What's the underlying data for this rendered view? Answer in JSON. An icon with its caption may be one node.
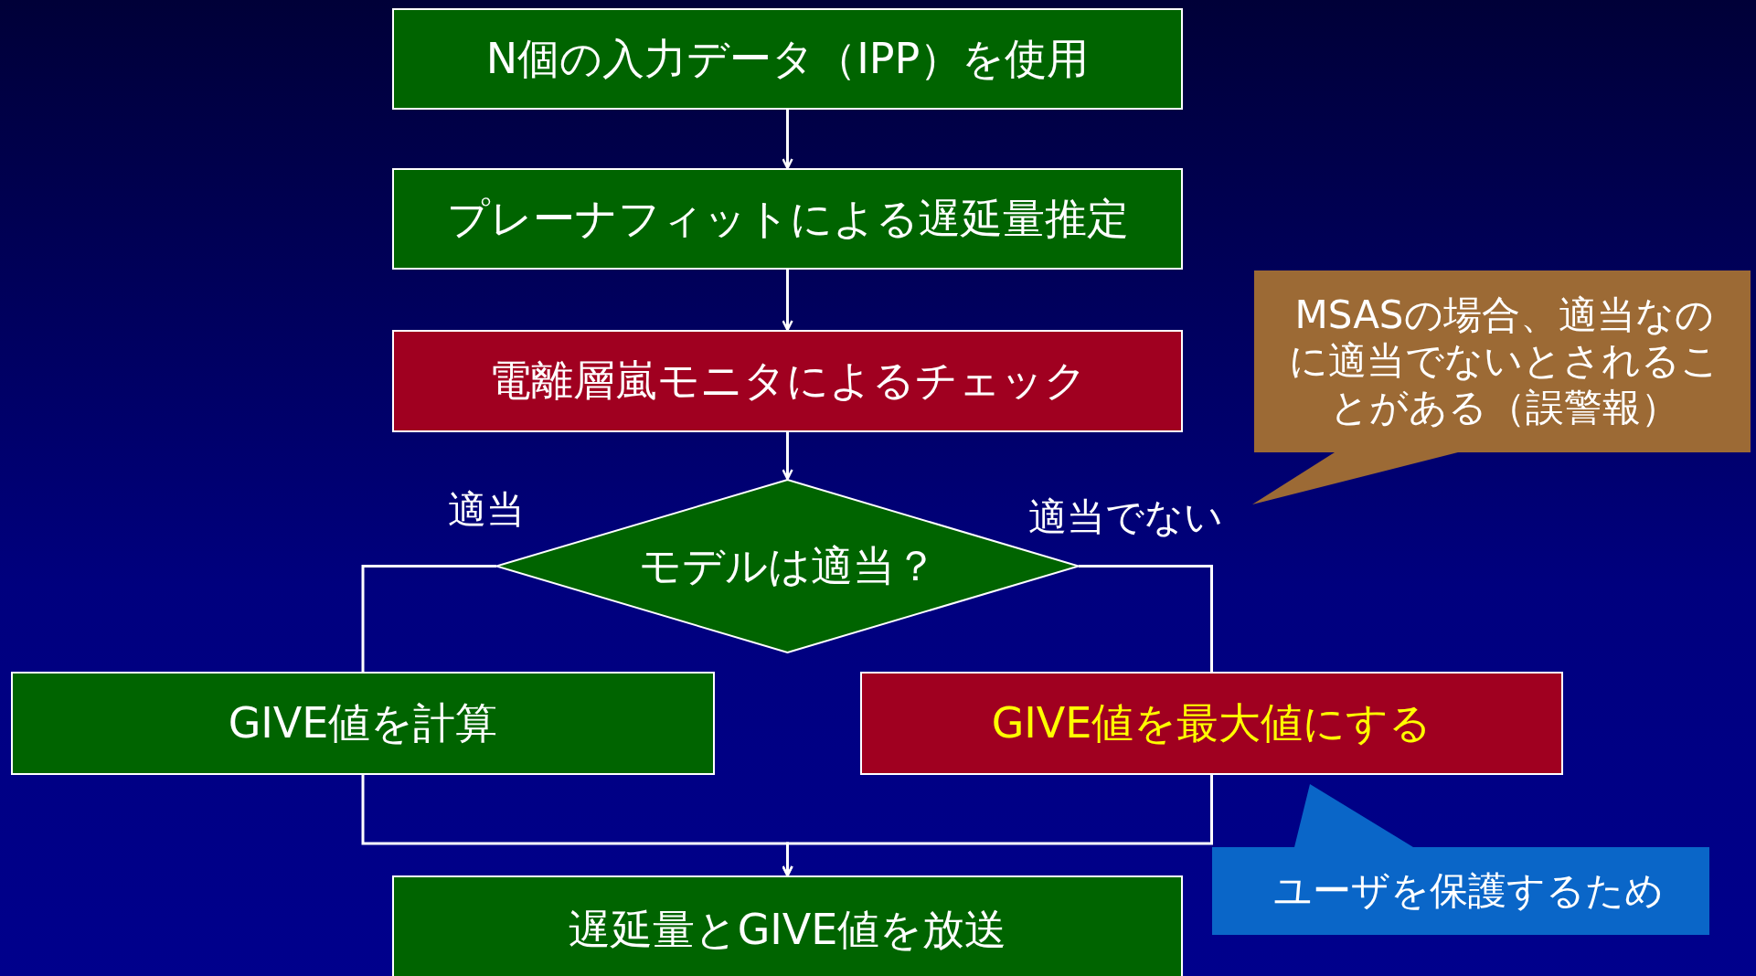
{
  "diagram": {
    "nodes": [
      {
        "text": [
          "N個の入力データ（IPP）を使用"
        ]
      },
      {
        "text": [
          "プレーナフィットによる遅延量推定"
        ]
      },
      {
        "text": [
          "電離層嵐モニタによるチェック"
        ]
      },
      {
        "text": [
          "モデルは適当？"
        ]
      },
      {
        "text": [
          "GIVE値を計算"
        ]
      },
      {
        "text": [
          "GIVE値を最大値にする"
        ]
      },
      {
        "text": [
          "遅延量とGIVE値を放送"
        ]
      },
      {
        "text": [
          "MSASの場合、適当なのに適当でないとされることがある（誤警報）"
        ]
      },
      {
        "text": [
          "ユーザを保護するため"
        ]
      }
    ],
    "edges": [
      {
        "from": 0,
        "to": 1,
        "arrow": "to"
      },
      {
        "from": 1,
        "to": 2,
        "arrow": "to"
      },
      {
        "from": 2,
        "to": 3,
        "arrow": "to"
      },
      {
        "from": 3,
        "to": 4,
        "arrow": "none",
        "label": "適当"
      },
      {
        "from": 3,
        "to": 5,
        "arrow": "none",
        "label": "適当でない"
      },
      {
        "from": 4,
        "to": 6,
        "arrow": "to"
      },
      {
        "from": 5,
        "to": 6,
        "arrow": "to"
      }
    ]
  }
}
